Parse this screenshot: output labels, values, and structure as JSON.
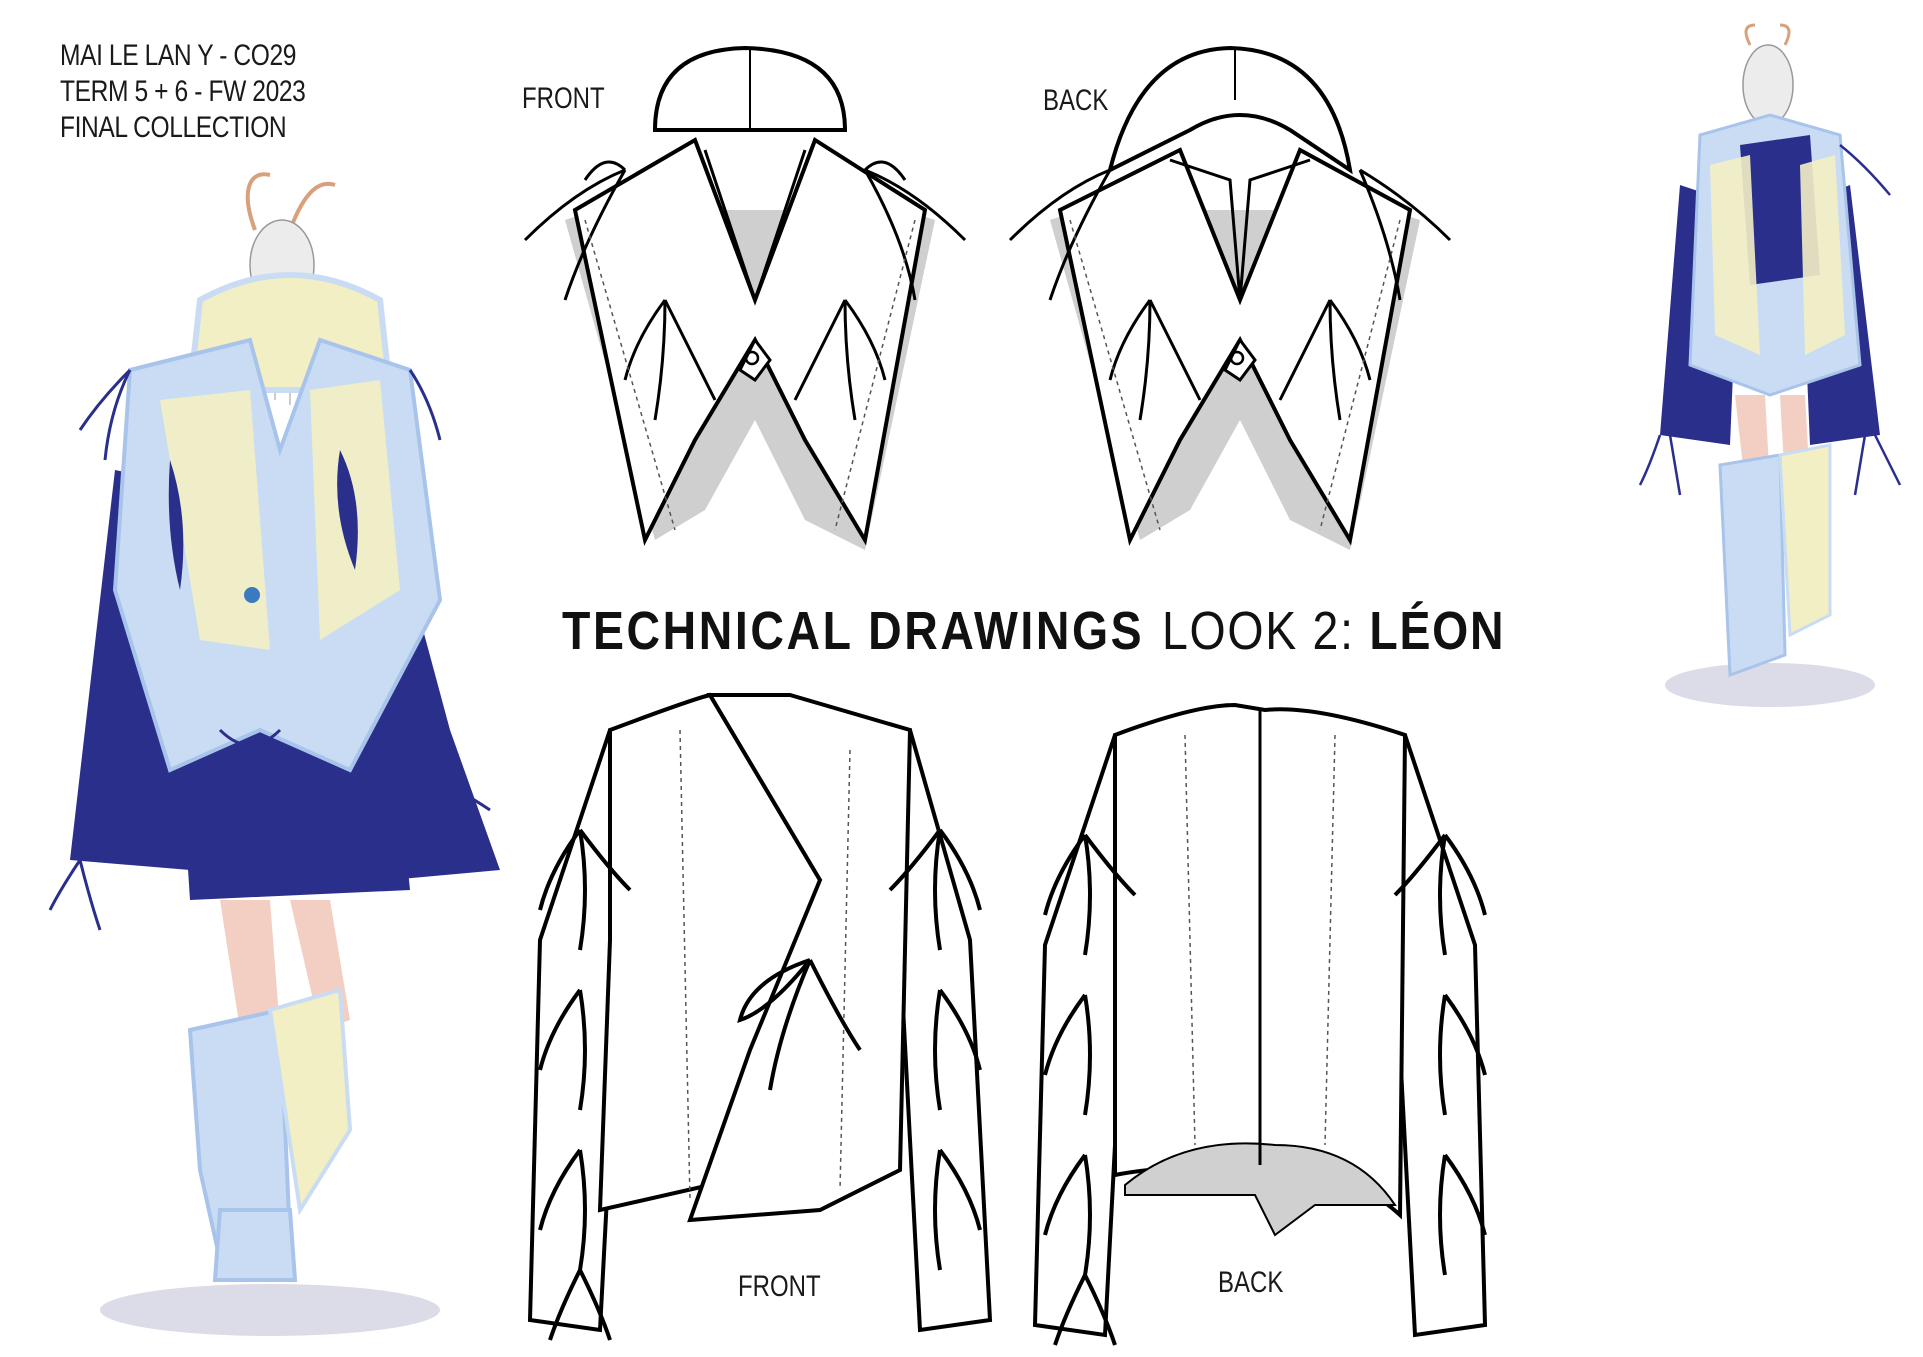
{
  "header": {
    "designer": "MAI LE LAN Y - CO29",
    "term": "TERM 5 + 6  - FW 2023",
    "collection": "FINAL COLLECTION"
  },
  "labels": {
    "top_front": "FRONT",
    "top_back": "BACK",
    "bottom_front": "FRONT",
    "bottom_back": "BACK"
  },
  "title": {
    "main": "TECHNICAL DRAWINGS",
    "look_prefix": "LOOK 2: ",
    "look_name": "LÉON"
  },
  "colors": {
    "navy": "#2a2f8c",
    "light_blue": "#c9dcf4",
    "cream": "#f3efc4",
    "skin": "#f3cfc3",
    "shadow_grey": "#c8c8c8"
  }
}
